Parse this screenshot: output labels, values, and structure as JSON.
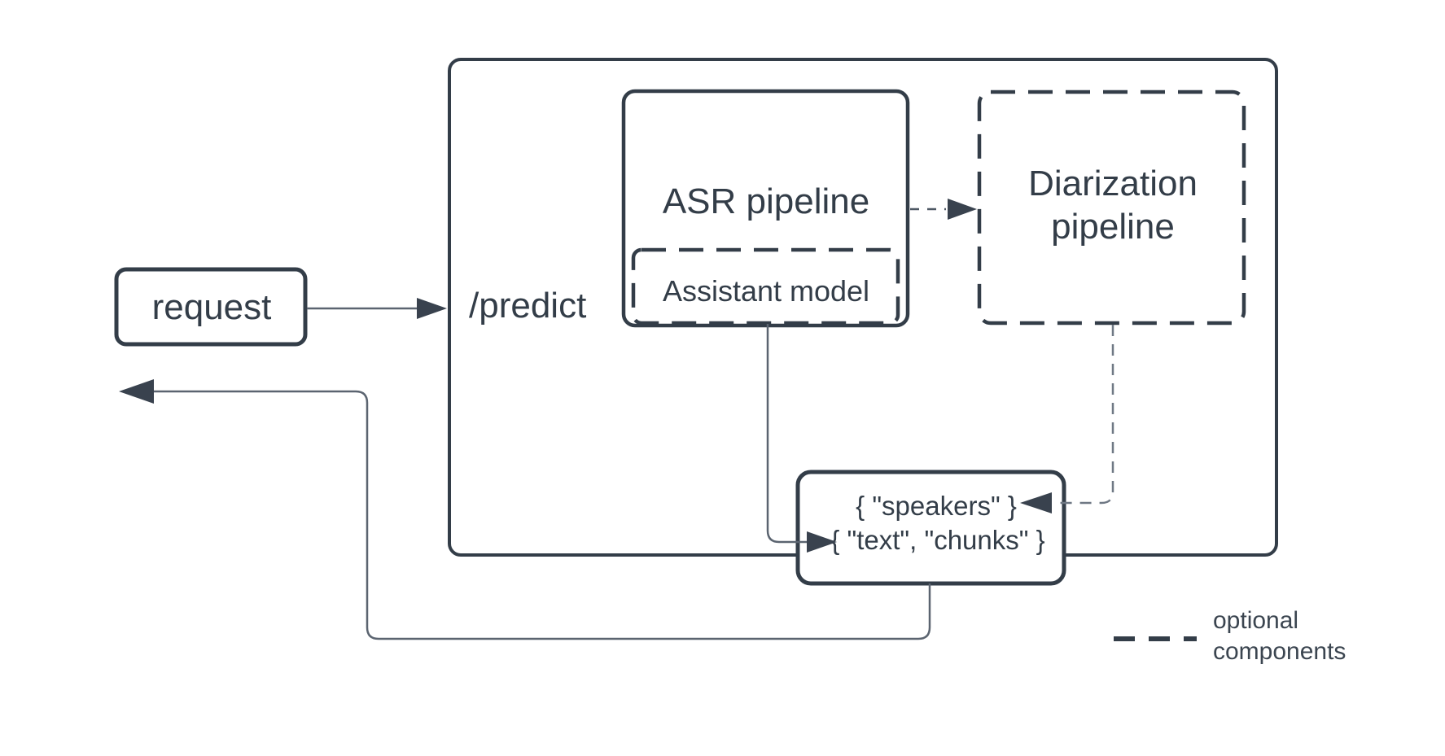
{
  "diagram": {
    "title": "ASR diarization serving diagram",
    "colors": {
      "background": "#ffffff",
      "stroke": "#333d48",
      "thin_line": "#5b6470",
      "arrowhead": "#39424e"
    },
    "nodes": {
      "request": {
        "label": "request"
      },
      "predict_container": {
        "label": "/predict"
      },
      "asr_pipeline": {
        "label": "ASR pipeline"
      },
      "assistant_model": {
        "label": "Assistant model"
      },
      "diarization_pipeline": {
        "label_line1": "Diarization",
        "label_line2": "pipeline"
      },
      "response": {
        "label_line1": "{ \"speakers\" }",
        "label_line2": "{ \"text\", \"chunks\" }"
      }
    },
    "legend": {
      "label_line1": "optional",
      "label_line2": "components"
    }
  }
}
